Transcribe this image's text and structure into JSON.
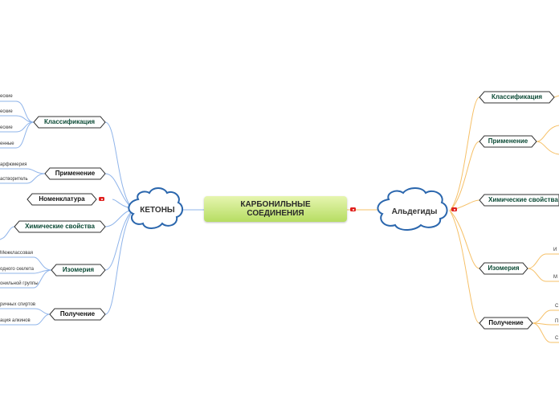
{
  "center": {
    "line1": "КАРБОНИЛЬНЫЕ",
    "line2": "СОЕДИНЕНИЯ"
  },
  "left_hub": {
    "label": "КЕТОНЫ"
  },
  "right_hub": {
    "label": "Альдегиды"
  },
  "colors": {
    "left_lines": "#8fb4ea",
    "right_lines": "#f6c067",
    "center_fill": "#c8e88a",
    "cloud_stroke": "#2a66ad",
    "tag": "#e0201e"
  },
  "ketones": {
    "classification": {
      "label": "Классификация",
      "items": [
        "еские",
        "еские",
        "еские",
        "енные"
      ]
    },
    "application": {
      "label": "Применение",
      "items": [
        "арфюмерия",
        "астворитель"
      ]
    },
    "nomenclature": {
      "label": "Номенклатура"
    },
    "chemical": {
      "label": "Химические свойства"
    },
    "isomerism": {
      "label": "Изомерия",
      "items": [
        "Межклассовая",
        "одного скелета",
        "онильной группы"
      ]
    },
    "production": {
      "label": "Получение",
      "items": [
        "ричных спиртов",
        "ация алкинов"
      ]
    }
  },
  "aldehydes": {
    "classification": {
      "label": "Классификация"
    },
    "application": {
      "label": "Применение"
    },
    "chemical": {
      "label": "Химические свойства"
    },
    "isomerism": {
      "label": "Изомерия",
      "items": [
        "И",
        "М"
      ]
    },
    "production": {
      "label": "Получение",
      "items": [
        "С",
        "П",
        "С"
      ]
    }
  }
}
